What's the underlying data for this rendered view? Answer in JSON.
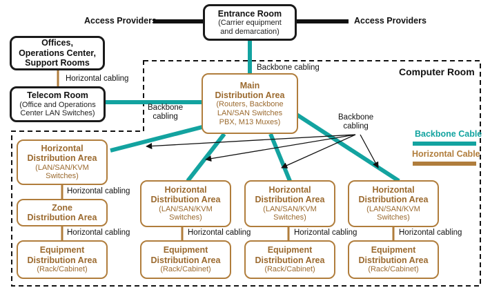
{
  "labels": {
    "access_left": "Access Providers",
    "access_right": "Access Providers",
    "backbone_top": "Backbone cabling",
    "backbone_left": "Backbone\ncabling",
    "backbone_right": "Backbone\ncabling",
    "computer_room": "Computer Room",
    "horiz_telecom": "Horizontal cabling",
    "horiz_hda_zone": "Horizontal cabling",
    "horiz_zone_eda": "Horizontal cabling",
    "horiz_hda2_eda2": "Horizontal cabling",
    "horiz_hda3_eda3": "Horizontal cabling",
    "horiz_hda4_eda4": "Horizontal cabling"
  },
  "legend": {
    "backbone": "Backbone Cable",
    "horizontal": "Horizontal Cable",
    "backbone_color": "#13a3a0",
    "horizontal_color": "#b07d3c"
  },
  "boxes": {
    "entrance": {
      "title": "Entrance Room",
      "sub": "(Carrier equipment\nand demarcation)"
    },
    "offices": {
      "title": "Offices,\nOperations Center,\nSupport Rooms",
      "sub": ""
    },
    "telecom": {
      "title": "Telecom Room",
      "sub": "(Office and Operations\nCenter LAN Switches)"
    },
    "mda": {
      "title": "Main\nDistribution Area",
      "sub": "(Routers, Backbone\nLAN/SAN Switches\nPBX, M13 Muxes)"
    },
    "hda1": {
      "title": "Horizontal\nDistribution Area",
      "sub": "(LAN/SAN/KVM\nSwitches)"
    },
    "zda": {
      "title": "Zone\nDistribution Area",
      "sub": ""
    },
    "eda1": {
      "title": "Equipment\nDistribution Area",
      "sub": "(Rack/Cabinet)"
    },
    "hda2": {
      "title": "Horizontal\nDistribution Area",
      "sub": "(LAN/SAN/KVM\nSwitches)"
    },
    "eda2": {
      "title": "Equipment\nDistribution Area",
      "sub": "(Rack/Cabinet)"
    },
    "hda3": {
      "title": "Horizontal\nDistribution Area",
      "sub": "(LAN/SAN/KVM\nSwitches)"
    },
    "eda3": {
      "title": "Equipment\nDistribution Area",
      "sub": "(Rack/Cabinet)"
    },
    "hda4": {
      "title": "Horizontal\nDistribution Area",
      "sub": "(LAN/SAN/KVM\nSwitches)"
    },
    "eda4": {
      "title": "Equipment\nDistribution Area",
      "sub": "(Rack/Cabinet)"
    }
  }
}
